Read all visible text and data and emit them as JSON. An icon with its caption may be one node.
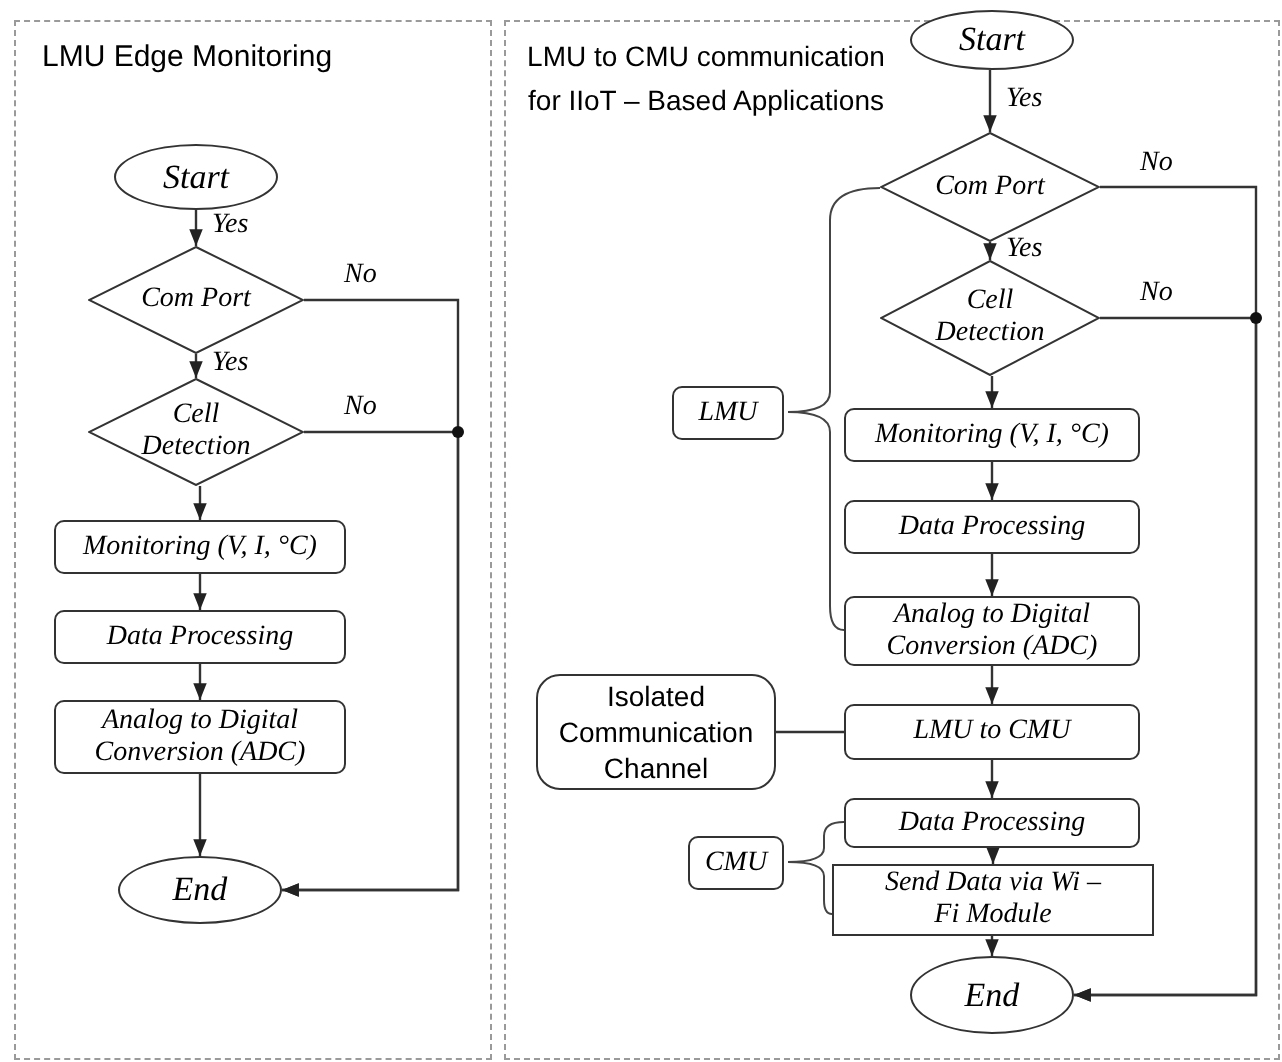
{
  "diagram": {
    "nodes": [
      {
        "text": [
          "LMU Edge Monitoring"
        ]
      },
      {
        "text": [
          "Start"
        ],
        "in": 0
      },
      {
        "text": [
          "Com Port"
        ],
        "in": 0
      },
      {
        "text": [
          "Cell Detection"
        ],
        "in": 0
      },
      {
        "text": [
          "Monitoring (V, I, °C)"
        ],
        "in": 0
      },
      {
        "text": [
          "Data Processing"
        ],
        "in": 0
      },
      {
        "text": [
          "Analog to Digital Conversion (ADC)"
        ],
        "in": 0
      },
      {
        "text": [
          "End"
        ],
        "in": 0
      },
      {
        "text": [
          "LMU to CMU communication for IIoT – Based Applications"
        ]
      },
      {
        "text": [
          "Start"
        ],
        "in": 8
      },
      {
        "text": [
          "Com Port"
        ],
        "in": 8
      },
      {
        "text": [
          "Cell Detection"
        ],
        "in": 8
      },
      {
        "text": [
          "Monitoring (V, I, °C)"
        ],
        "in": 8
      },
      {
        "text": [
          "Data Processing"
        ],
        "in": 8
      },
      {
        "text": [
          "Analog to Digital Conversion (ADC)"
        ],
        "in": 8
      },
      {
        "text": [
          "LMU to CMU"
        ],
        "in": 8
      },
      {
        "text": [
          "Data Processing"
        ],
        "in": 8
      },
      {
        "text": [
          "Send Data via Wi – Fi Module"
        ],
        "in": 8
      },
      {
        "text": [
          "End"
        ],
        "in": 8
      },
      {
        "text": [
          "LMU"
        ],
        "in": 8
      },
      {
        "text": [
          "Isolated Communication Channel"
        ],
        "in": 8
      },
      {
        "text": [
          "CMU"
        ],
        "in": 8
      }
    ],
    "edges": [
      {
        "from": 1,
        "to": 2,
        "arrow": "to",
        "label": "Yes"
      },
      {
        "from": 2,
        "to": 3,
        "arrow": "to",
        "label": "Yes"
      },
      {
        "from": 3,
        "to": 4,
        "arrow": "to"
      },
      {
        "from": 4,
        "to": 5,
        "arrow": "to"
      },
      {
        "from": 5,
        "to": 6,
        "arrow": "to"
      },
      {
        "from": 6,
        "to": 7,
        "arrow": "to"
      },
      {
        "from": 2,
        "to": 7,
        "arrow": "to",
        "label": "No"
      },
      {
        "from": 3,
        "to": 7,
        "arrow": "to",
        "label": "No"
      },
      {
        "from": 9,
        "to": 10,
        "arrow": "to",
        "label": "Yes"
      },
      {
        "from": 10,
        "to": 11,
        "arrow": "to",
        "label": "Yes"
      },
      {
        "from": 11,
        "to": 12,
        "arrow": "to"
      },
      {
        "from": 12,
        "to": 13,
        "arrow": "to"
      },
      {
        "from": 13,
        "to": 14,
        "arrow": "to"
      },
      {
        "from": 14,
        "to": 15,
        "arrow": "to"
      },
      {
        "from": 15,
        "to": 16,
        "arrow": "to"
      },
      {
        "from": 16,
        "to": 17,
        "arrow": "to"
      },
      {
        "from": 17,
        "to": 18,
        "arrow": "to"
      },
      {
        "from": 10,
        "to": 18,
        "arrow": "to",
        "label": "No"
      },
      {
        "from": 11,
        "to": 18,
        "arrow": "to",
        "label": "No"
      },
      {
        "from": 20,
        "to": 15,
        "arrow": "none"
      }
    ]
  }
}
